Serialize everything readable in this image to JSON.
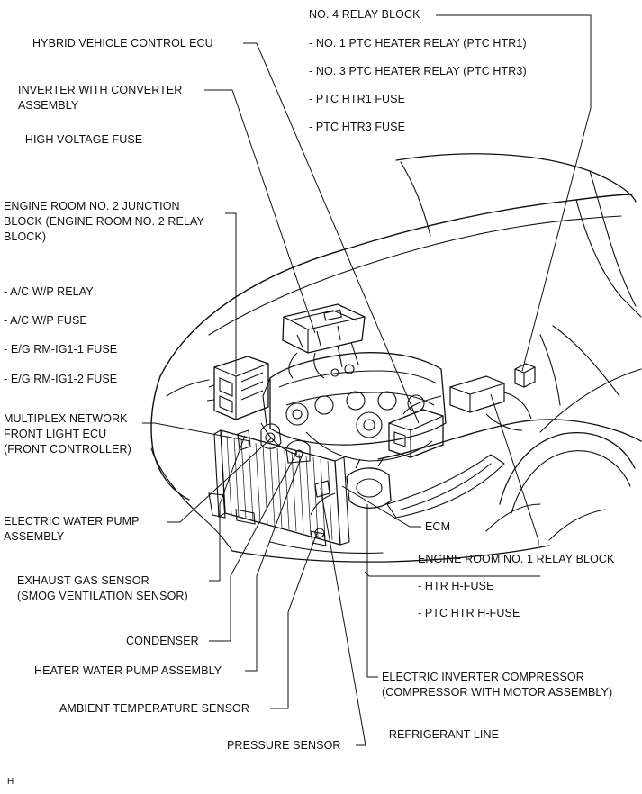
{
  "labels": {
    "no4_relay_block": "NO. 4 RELAY BLOCK",
    "ptc_htr1_relay": "- NO. 1 PTC HEATER RELAY (PTC HTR1)",
    "ptc_htr3_relay": "- NO. 3 PTC HEATER RELAY (PTC HTR3)",
    "ptc_htr1_fuse": "- PTC HTR1 FUSE",
    "ptc_htr3_fuse": "- PTC HTR3 FUSE",
    "hv_control_ecu": "HYBRID VEHICLE CONTROL ECU",
    "inverter_line1": "INVERTER WITH CONVERTER",
    "inverter_line2": "ASSEMBLY",
    "high_voltage_fuse": "- HIGH VOLTAGE FUSE",
    "jb2_line1": "ENGINE ROOM NO. 2 JUNCTION",
    "jb2_line2": "BLOCK (ENGINE ROOM NO. 2 RELAY",
    "jb2_line3": "BLOCK)",
    "ac_wp_relay": "- A/C W/P RELAY",
    "ac_wp_fuse": "- A/C W/P FUSE",
    "eg_rm_ig1_1": "- E/G RM-IG1-1 FUSE",
    "eg_rm_ig1_2": "- E/G RM-IG1-2 FUSE",
    "multiplex_line1": "MULTIPLEX NETWORK",
    "multiplex_line2": "FRONT LIGHT ECU",
    "multiplex_line3": "(FRONT CONTROLLER)",
    "ewp_line1": "ELECTRIC WATER PUMP",
    "ewp_line2": "ASSEMBLY",
    "ecm": "ECM",
    "er1_relay_block": "ENGINE ROOM NO. 1 RELAY BLOCK",
    "htr_h_fuse": "- HTR H-FUSE",
    "ptc_htr_h_fuse": "- PTC HTR H-FUSE",
    "exhaust_line1": "EXHAUST GAS SENSOR",
    "exhaust_line2": "(SMOG VENTILATION SENSOR)",
    "condenser": "CONDENSER",
    "heater_wp": "HEATER WATER PUMP ASSEMBLY",
    "compressor_line1": "ELECTRIC INVERTER COMPRESSOR",
    "compressor_line2": "(COMPRESSOR WITH MOTOR ASSEMBLY)",
    "ambient_sensor": "AMBIENT TEMPERATURE SENSOR",
    "pressure_sensor": "PRESSURE SENSOR",
    "refrigerant_line": "- REFRIGERANT LINE",
    "corner_mark": "H"
  }
}
